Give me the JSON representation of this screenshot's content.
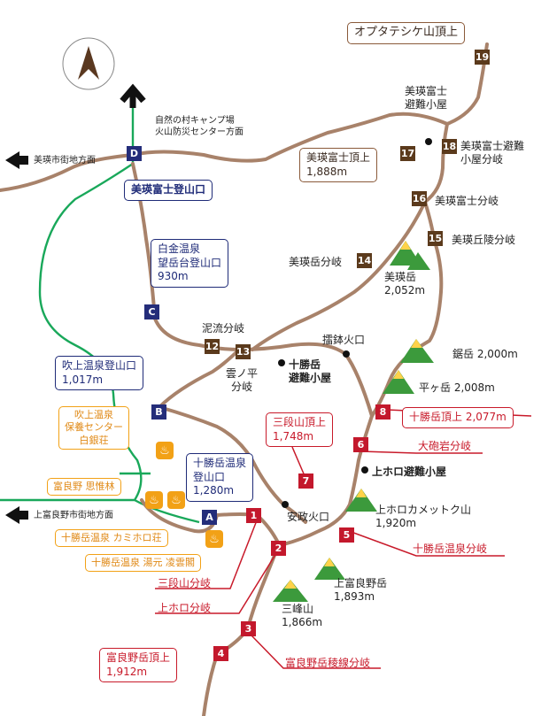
{
  "compass": {
    "icon": "north-arrow-icon"
  },
  "directions": {
    "camp": [
      "自然の村キャンプ場",
      "火山防災センター方面"
    ],
    "biei_town": "美瑛市街地方面",
    "kamifurano_town": "上富良野市街地方面"
  },
  "trailheads": {
    "D": {
      "marker": "D",
      "name": "美瑛富士登山口"
    },
    "C": {
      "marker": "C",
      "name": "白金温泉\n望岳台登山口",
      "elev": "930m"
    },
    "B": {
      "marker": "B",
      "name": "吹上温泉登山口",
      "elev": "1,017m"
    },
    "A": {
      "marker": "A",
      "name": "十勝岳温泉\n登山口",
      "elev": "1,280m"
    }
  },
  "waypoints": {
    "w1": {
      "num": "1",
      "label": "三段山分岐"
    },
    "w2": {
      "num": "2",
      "label": "上ホロ分岐"
    },
    "w3": {
      "num": "3",
      "label": "富良野岳稜線分岐"
    },
    "w4": {
      "num": "4",
      "label": "富良野岳頂上",
      "elev": "1,912m"
    },
    "w5": {
      "num": "5",
      "label": "十勝岳温泉分岐"
    },
    "w6": {
      "num": "6",
      "label": "大砲岩分岐"
    },
    "w7": {
      "num": "7",
      "label": "三段山頂上",
      "elev": "1,748m"
    },
    "w8": {
      "num": "8",
      "label": "十勝岳頂上 2,077m"
    },
    "w12": {
      "num": "12",
      "label": "泥流分岐"
    },
    "w13": {
      "num": "13",
      "label": "雲ノ平\n分岐"
    },
    "w14": {
      "num": "14",
      "label": "美瑛岳分岐"
    },
    "w15": {
      "num": "15",
      "label": "美瑛丘陵分岐"
    },
    "w16": {
      "num": "16",
      "label": "美瑛富士分岐"
    },
    "w17": {
      "num": "17",
      "label": "美瑛富士頂上",
      "elev": "1,888m"
    },
    "w18": {
      "num": "18",
      "label": "美瑛富士避難\n小屋分岐"
    },
    "w19": {
      "num": "19",
      "label": "オプタテシケ山頂上"
    }
  },
  "peaks": {
    "biei": {
      "name": "美瑛岳",
      "elev": "2,052m"
    },
    "nokogiri": "鋸岳 2,000m",
    "taira": "平ヶ岳 2,008m",
    "kamihoro": {
      "name": "上ホロカメットク山",
      "elev": "1,920m"
    },
    "kamifurano": {
      "name": "上富良野岳",
      "elev": "1,893m"
    },
    "sanpou": {
      "name": "三峰山",
      "elev": "1,866m"
    }
  },
  "huts": {
    "biei_fuji": "美瑛富士\n避難小屋",
    "tokachi": "十勝岳\n避難小屋",
    "kamihoro": "上ホロ避難小屋"
  },
  "craters": {
    "suribachi": "擂鉢火口",
    "ansei": "安政火口"
  },
  "onsen": {
    "fukiage": "吹上温泉\n保養センター\n白銀荘",
    "furanono": "富良野 思惟林",
    "kamihoro_so": "十勝岳温泉 カミホロ荘",
    "ryounkaku": "十勝岳温泉 湯元 凌雲閣",
    "icon": "hot-spring-icon"
  },
  "colors": {
    "trail": "#a8826a",
    "road": "#19a85a",
    "red": "#c3182c",
    "brown_marker": "#5b3a1c",
    "blue_marker": "#242d7a",
    "onsen": "#f2a116",
    "mountain": "#3c9a3c"
  }
}
